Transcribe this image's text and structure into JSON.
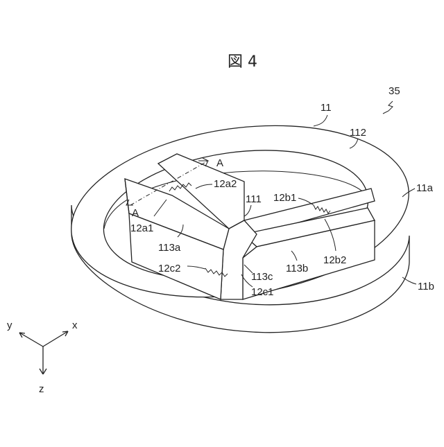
{
  "figure": {
    "title": "図 4"
  },
  "labels": {
    "ref_35": "35",
    "ref_11": "11",
    "ref_112": "112",
    "ref_11a": "11a",
    "ref_11b": "11b",
    "ref_111": "111",
    "ref_12a2": "12a2",
    "ref_12a1": "12a1",
    "ref_12b1": "12b1",
    "ref_12b2": "12b2",
    "ref_12c2": "12c2",
    "ref_12c1": "12c1",
    "ref_113a": "113a",
    "ref_113b": "113b",
    "ref_113c": "113c",
    "section_a_top": "A",
    "section_a_bottom": "A"
  },
  "axes": {
    "x": "x",
    "y": "y",
    "z": "z"
  }
}
